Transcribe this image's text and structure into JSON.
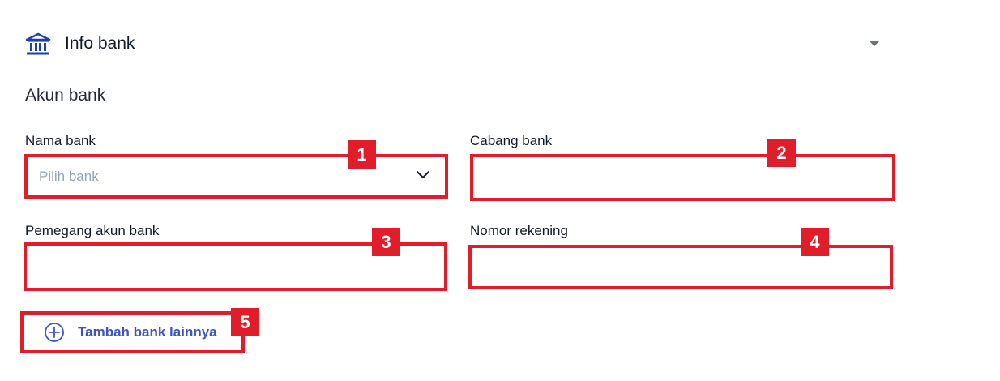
{
  "section": {
    "title": "Info bank"
  },
  "account": {
    "title": "Akun bank"
  },
  "fields": {
    "bank_name": {
      "label": "Nama bank",
      "placeholder": "Pilih bank",
      "value": ""
    },
    "bank_branch": {
      "label": "Cabang bank",
      "value": ""
    },
    "holder": {
      "label": "Pemegang akun bank",
      "value": ""
    },
    "account_number": {
      "label": "Nomor rekening",
      "value": ""
    }
  },
  "add_button": {
    "label": "Tambah bank lainnya"
  },
  "badges": [
    "1",
    "2",
    "3",
    "4",
    "5"
  ],
  "colors": {
    "accent": "#3b55c9",
    "annotation": "#e11d2a",
    "icon": "#1e40af"
  }
}
